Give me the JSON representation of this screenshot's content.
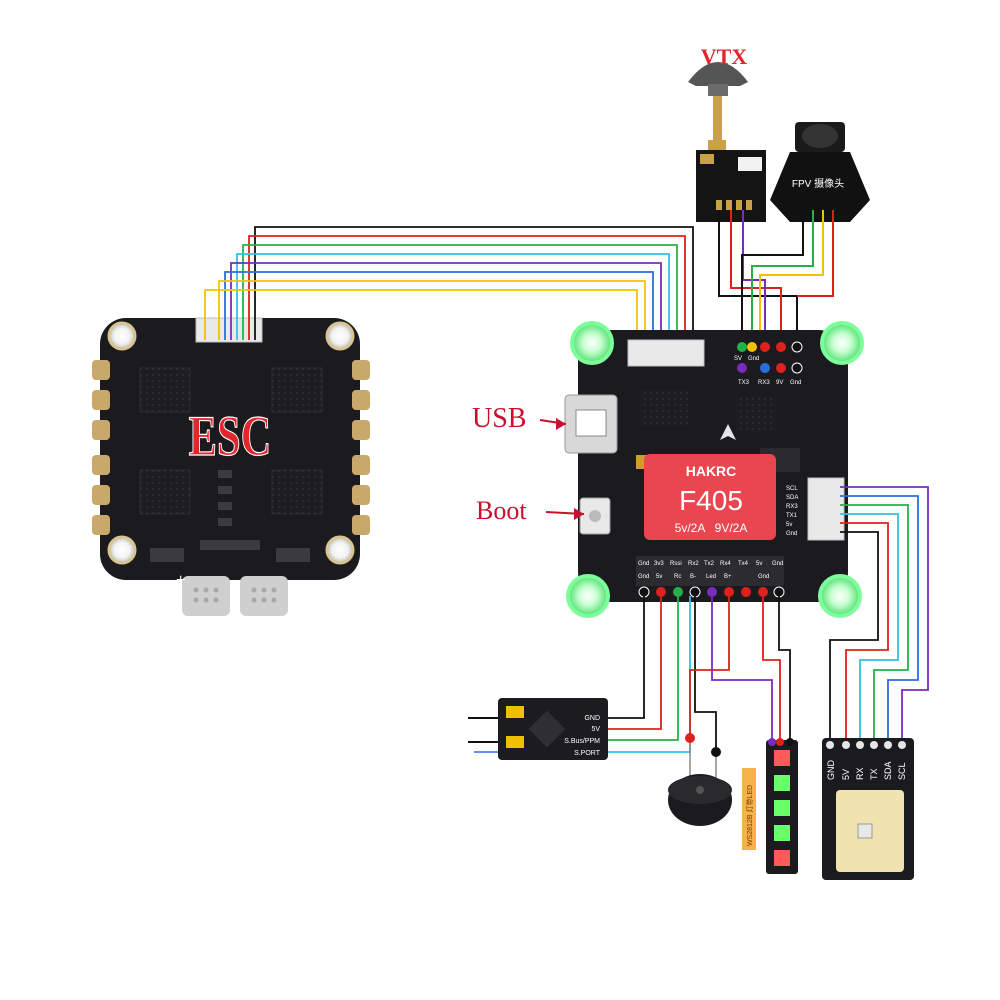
{
  "labels": {
    "vtx": "VTX",
    "esc": "ESC",
    "usb": "USB",
    "boot": "Boot",
    "brand": "HAKRC",
    "model": "F405",
    "power": "5v/2A   9V/2A",
    "camera": "FPV 摄像头",
    "led": "WS2812B 灯带LED"
  },
  "fc_top_pins": [
    "SV",
    "Gnd",
    "TX3",
    "RX3",
    "9V",
    "Gnd"
  ],
  "fc_bottom_pins": [
    "Gnd",
    "3v3",
    "Rssi",
    "Rx2",
    "Tx2",
    "Rx4",
    "Tx4",
    "5v",
    "Gnd"
  ],
  "fc_bottom_pins2": [
    "Gnd",
    "5v",
    "Rc",
    "B-",
    "Led",
    "B+",
    "Gnd"
  ],
  "fc_right_pins": [
    "SCL",
    "SDA",
    "RX3",
    "TX1",
    "5v",
    "Gnd"
  ],
  "receiver_pins": [
    "GND",
    "5V",
    "S.Bus/PPM",
    "S.PORT"
  ],
  "gps_pins": [
    "GND",
    "5V",
    "RX",
    "TX",
    "SDA",
    "SCL"
  ],
  "wire_colors": {
    "black": "#111111",
    "red": "#e0201c",
    "blue": "#2a6fe0",
    "green": "#23b24a",
    "yellow": "#f2c200",
    "purple": "#7a2bbf",
    "cyan": "#2ec4e6",
    "glow": "#7cff9a"
  }
}
